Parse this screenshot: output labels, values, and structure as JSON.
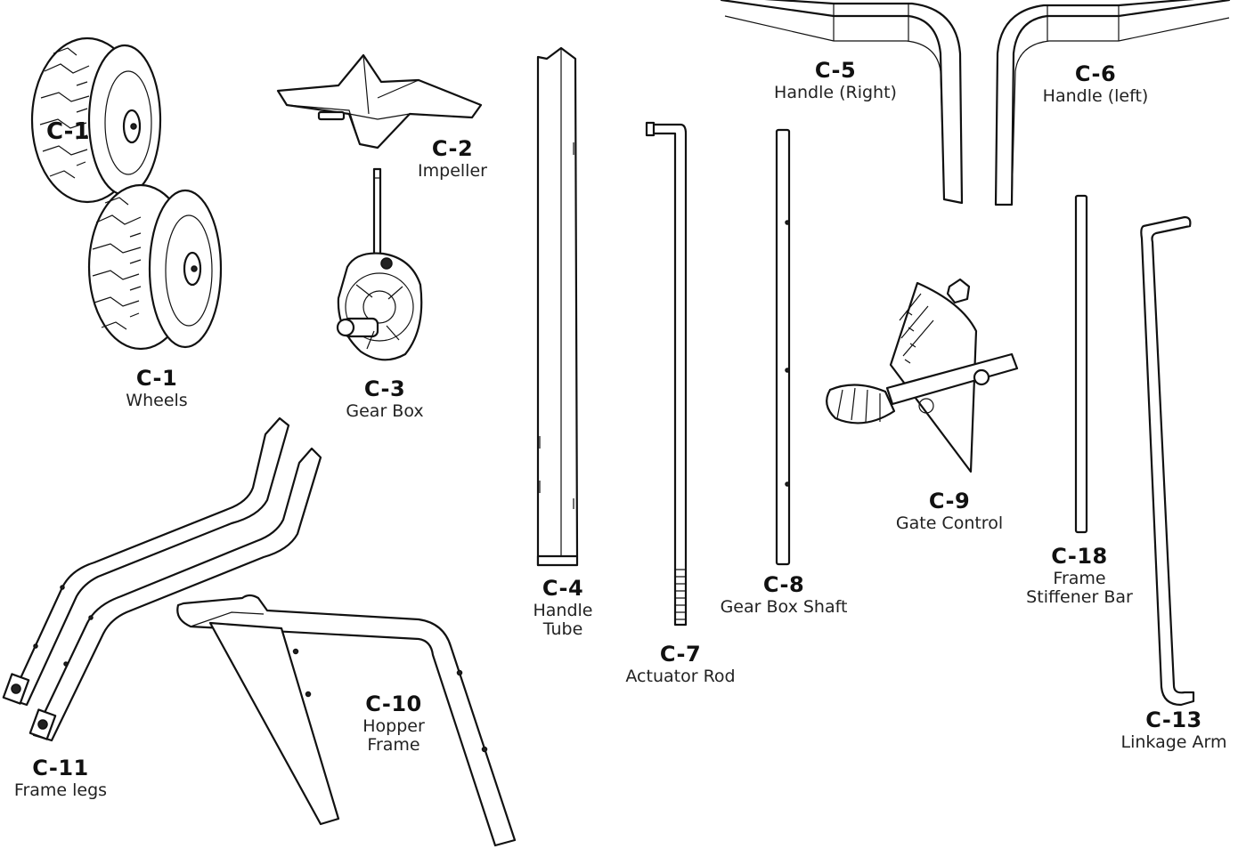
{
  "parts": [
    {
      "code": "C-1",
      "name": "Wheels"
    },
    {
      "code": "C-2",
      "name": "Impeller"
    },
    {
      "code": "C-3",
      "name": "Gear Box"
    },
    {
      "code": "C-4",
      "name": "Handle",
      "name2": "Tube"
    },
    {
      "code": "C-5",
      "name": "Handle (Right)"
    },
    {
      "code": "C-6",
      "name": "Handle (left)"
    },
    {
      "code": "C-7",
      "name": "Actuator Rod"
    },
    {
      "code": "C-8",
      "name": "Gear Box Shaft"
    },
    {
      "code": "C-9",
      "name": "Gate Control"
    },
    {
      "code": "C-10",
      "name": "Hopper",
      "name2": "Frame"
    },
    {
      "code": "C-11",
      "name": "Frame legs"
    },
    {
      "code": "C-13",
      "name": "Linkage Arm"
    },
    {
      "code": "C-18",
      "name": "Frame",
      "name2": "Stiffener Bar"
    }
  ],
  "wheel_callout": "C-1"
}
